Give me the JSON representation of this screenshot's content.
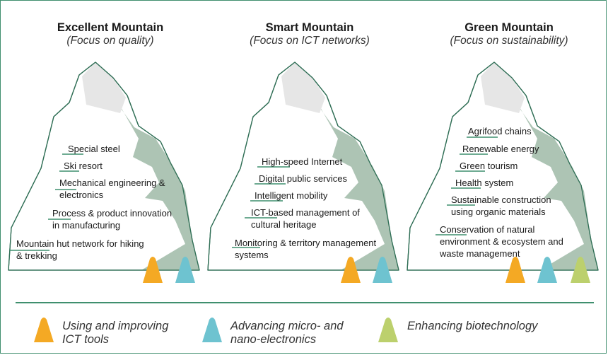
{
  "mountains": [
    {
      "title": "Excellent Mountain",
      "subtitle": "(Focus on quality)",
      "items": [
        {
          "lines": [
            "Special steel"
          ]
        },
        {
          "lines": [
            "Ski resort"
          ]
        },
        {
          "lines": [
            "Mechanical engineering &",
            "electronics"
          ]
        },
        {
          "lines": [
            "Process & product innovation",
            "in manufacturing"
          ]
        },
        {
          "lines": [
            "Mountain hut network for hiking",
            "& trekking"
          ]
        }
      ],
      "markers": [
        "orange",
        "blue"
      ]
    },
    {
      "title": "Smart Mountain",
      "subtitle": "(Focus on ICT networks)",
      "items": [
        {
          "lines": [
            "High-speed Internet"
          ]
        },
        {
          "lines": [
            "Digital public services"
          ]
        },
        {
          "lines": [
            "Intelligent mobility"
          ]
        },
        {
          "lines": [
            "ICT-based management of",
            "cultural heritage"
          ]
        },
        {
          "lines": [
            "Monitoring & territory management",
            "systems"
          ]
        }
      ],
      "markers": [
        "orange",
        "blue"
      ]
    },
    {
      "title": "Green Mountain",
      "subtitle": "(Focus on sustainability)",
      "items": [
        {
          "lines": [
            "Agrifood chains"
          ]
        },
        {
          "lines": [
            "Renewable energy"
          ]
        },
        {
          "lines": [
            "Green tourism"
          ]
        },
        {
          "lines": [
            "Health system"
          ]
        },
        {
          "lines": [
            "Sustainable construction",
            "using organic materials"
          ]
        },
        {
          "lines": [
            "Conservation of natural",
            "environment & ecosystem and",
            "waste management"
          ]
        }
      ],
      "markers": [
        "orange",
        "blue",
        "green"
      ]
    }
  ],
  "legend": [
    {
      "marker": "orange",
      "lines": [
        "Using and improving",
        "ICT tools"
      ]
    },
    {
      "marker": "blue",
      "lines": [
        "Advancing micro- and",
        "nano-electronics"
      ]
    },
    {
      "marker": "green",
      "lines": [
        "Enhancing biotechnology"
      ]
    }
  ],
  "colors": {
    "orange": "#f4a924",
    "blue": "#6ec3d0",
    "green": "#bcd06d",
    "frame": "#3f8f6e",
    "shade": "#adc4b4",
    "outline": "#2f6e55"
  }
}
